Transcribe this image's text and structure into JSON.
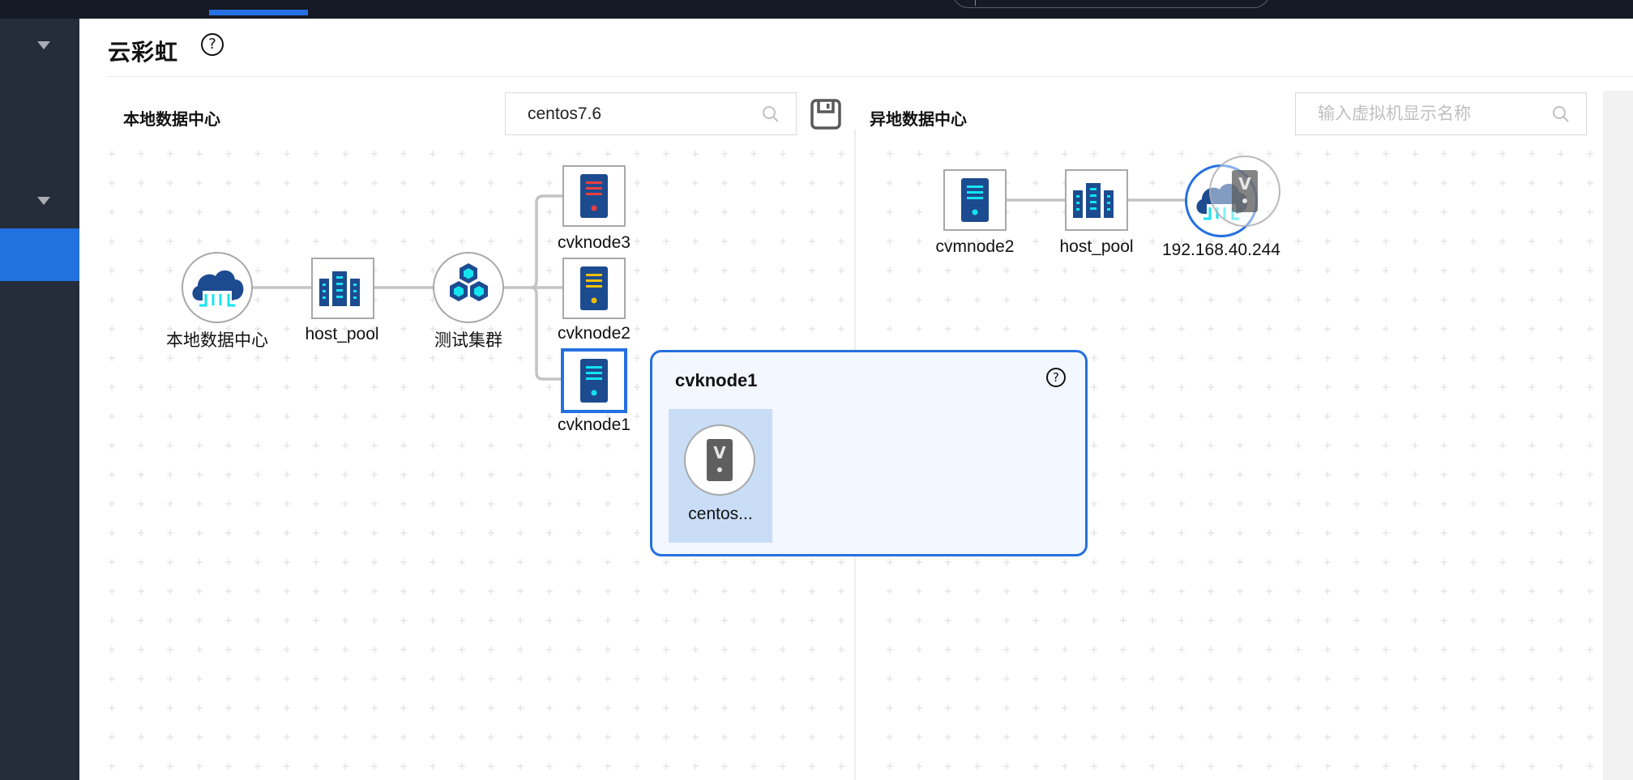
{
  "header": {
    "title": "云彩虹",
    "help_glyph": "?"
  },
  "sidebar": {
    "toggles": [
      "chevron-down",
      "chevron-down"
    ]
  },
  "local_panel": {
    "title": "本地数据中心",
    "search": {
      "value": "centos7.6",
      "placeholder": ""
    },
    "save_icon": "save-icon",
    "nodes": [
      {
        "id": "dc",
        "label": "本地数据中心",
        "type": "datacenter"
      },
      {
        "id": "pool",
        "label": "host_pool",
        "type": "host-pool"
      },
      {
        "id": "cluster",
        "label": "测试集群",
        "type": "cluster"
      },
      {
        "id": "node3",
        "label": "cvknode3",
        "type": "server",
        "status_color": "#e84040"
      },
      {
        "id": "node2",
        "label": "cvknode2",
        "type": "server",
        "status_color": "#f0c000"
      },
      {
        "id": "node1",
        "label": "cvknode1",
        "type": "server",
        "status_color": "#14e4f0",
        "selected": true
      }
    ]
  },
  "remote_panel": {
    "title": "异地数据中心",
    "search": {
      "value": "",
      "placeholder": "输入虚拟机显示名称"
    },
    "nodes": [
      {
        "id": "rnode",
        "label": "cvmnode2",
        "type": "server",
        "status_color": "#14e4f0"
      },
      {
        "id": "rpool",
        "label": "host_pool",
        "type": "host-pool"
      },
      {
        "id": "rdc",
        "label": "192.168.40.244",
        "type": "datacenter",
        "selected": true
      }
    ]
  },
  "popup": {
    "title": "cvknode1",
    "help_glyph": "?",
    "vms": [
      {
        "label": "centos...",
        "glyph": "V"
      }
    ]
  },
  "colors": {
    "accent": "#2570e0",
    "icon_dark": "#1d4b8f",
    "icon_cyan": "#14e4f0",
    "sidebar": "#252c3a",
    "topbar": "#161a24"
  }
}
